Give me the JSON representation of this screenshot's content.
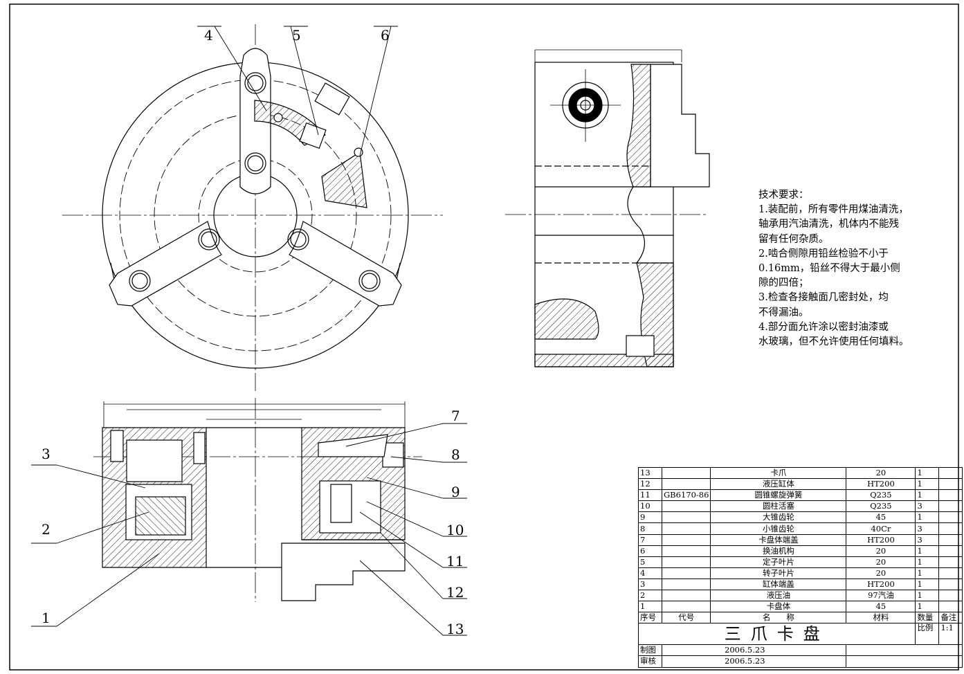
{
  "balloons": [
    "1",
    "2",
    "3",
    "4",
    "5",
    "6",
    "7",
    "8",
    "9",
    "10",
    "11",
    "12",
    "13"
  ],
  "notes": {
    "heading": "技术要求：",
    "lines": [
      "1.装配前，所有零件用煤油清洗，",
      "轴承用汽油清洗，机体内不能残",
      "留有任何杂质。",
      "2.啮合侧隙用铅丝检验不小于",
      "0.16mm，铅丝不得大于最小侧",
      "隙的四倍；",
      "3.检查各接触面几密封处，均",
      "不得漏油。",
      "4.部分面允许涂以密封油漆或",
      "水玻璃，但不允许使用任何填料。"
    ]
  },
  "bom": {
    "rows": [
      {
        "no": "13",
        "code": "",
        "name": "卡爪",
        "material": "20",
        "qty": "1"
      },
      {
        "no": "12",
        "code": "",
        "name": "液压缸体",
        "material": "HT200",
        "qty": "1"
      },
      {
        "no": "11",
        "code": "GB6170-86",
        "name": "圆锥螺旋弹簧",
        "material": "Q235",
        "qty": "1"
      },
      {
        "no": "10",
        "code": "",
        "name": "圆柱活塞",
        "material": "Q235",
        "qty": "3"
      },
      {
        "no": "9",
        "code": "",
        "name": "大锥齿轮",
        "material": "45",
        "qty": "1"
      },
      {
        "no": "8",
        "code": "",
        "name": "小锥齿轮",
        "material": "40Cr",
        "qty": "3"
      },
      {
        "no": "7",
        "code": "",
        "name": "卡盘体端盖",
        "material": "HT200",
        "qty": "3"
      },
      {
        "no": "6",
        "code": "",
        "name": "换油机构",
        "material": "20",
        "qty": "1"
      },
      {
        "no": "5",
        "code": "",
        "name": "定子叶片",
        "material": "20",
        "qty": "1"
      },
      {
        "no": "4",
        "code": "",
        "name": "转子叶片",
        "material": "20",
        "qty": "1"
      },
      {
        "no": "3",
        "code": "",
        "name": "缸体端盖",
        "material": "HT200",
        "qty": "1"
      },
      {
        "no": "2",
        "code": "",
        "name": "液压油",
        "material": "97汽油",
        "qty": "1"
      },
      {
        "no": "1",
        "code": "",
        "name": "卡盘体",
        "material": "45",
        "qty": "1"
      }
    ],
    "header": {
      "no": "序号",
      "code": "代号",
      "name": "名　　称",
      "material": "材料",
      "qty": "数量",
      "remark": "备注"
    },
    "title": "三爪卡盘",
    "scale_label": "比例",
    "scale_value": "1:1",
    "drawn_label": "制图",
    "drawn_date": "2006.5.23",
    "checked_label": "审核",
    "checked_date": "2006.5.23"
  }
}
